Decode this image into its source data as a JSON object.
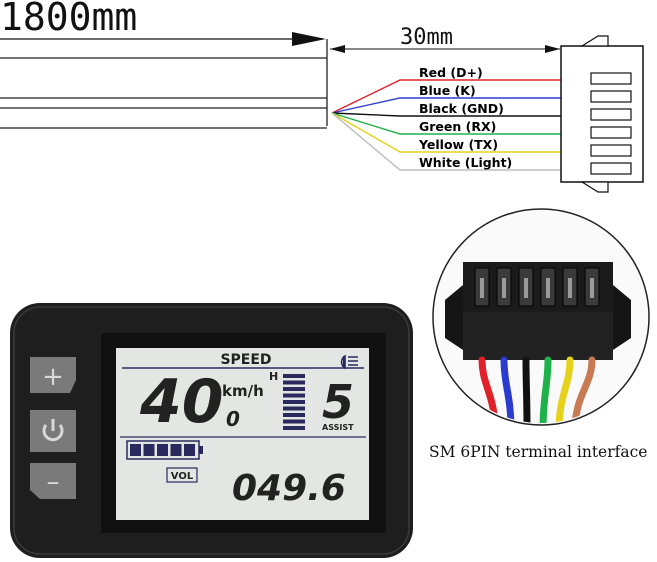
{
  "dimensions": {
    "cable_length": "1800mm",
    "lead_length": "30mm"
  },
  "wires": [
    {
      "label": "Red (D+)",
      "pin": "1",
      "color": "#e0202a"
    },
    {
      "label": "Blue (K)",
      "pin": "2",
      "color": "#2c3ccf"
    },
    {
      "label": "Black (GND)",
      "pin": "3",
      "color": "#111111"
    },
    {
      "label": "Green (RX)",
      "pin": "4",
      "color": "#1fb24a"
    },
    {
      "label": "Yellow (TX)",
      "pin": "5",
      "color": "#e6d21a"
    },
    {
      "label": "White (Light)",
      "pin": "6",
      "color": "#bdbdbd"
    }
  ],
  "display": {
    "header": "SPEED",
    "speed": "40",
    "unit": "km/h",
    "speed_decimal": "0",
    "assist_level_marker": "H",
    "assist_level": "5",
    "assist_label": "ASSIST",
    "battery_bars_filled": 5,
    "vol_label": "VOL",
    "odometer": "049.6",
    "buttons": {
      "up": "+",
      "power": "power-icon",
      "down": "–"
    },
    "headlight_icon": "headlight-icon"
  },
  "connector_caption": "SM 6PIN terminal interface",
  "colors": {
    "lcd_background": "#e4e6e3",
    "lcd_digits": "#2a2a5e",
    "bezel": "#1e1e1e",
    "button": "#7a7a7a"
  }
}
